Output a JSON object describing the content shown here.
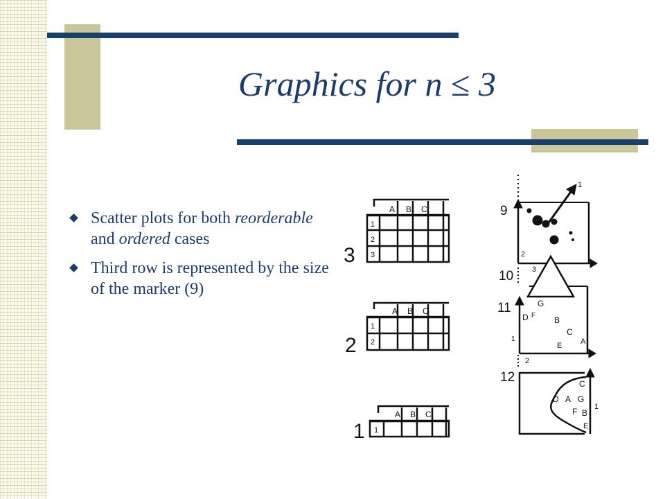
{
  "slide": {
    "title_prefix": "Graphics for n ",
    "title_symbol": "≤",
    "title_suffix": " 3",
    "bullets": [
      {
        "parts": [
          {
            "text": "Scatter plots for both ",
            "em": false
          },
          {
            "text": "reorderable",
            "em": true
          },
          {
            "text": " and ",
            "em": false
          },
          {
            "text": "ordered",
            "em": true
          },
          {
            "text": " cases",
            "em": false
          }
        ]
      },
      {
        "parts": [
          {
            "text": "Third row is represented by the size of the marker (9)",
            "em": false
          }
        ]
      }
    ]
  },
  "figure": {
    "tables": [
      {
        "label": "3",
        "cols": [
          "A",
          "B",
          "C"
        ],
        "rows": [
          "1",
          "2",
          "3"
        ]
      },
      {
        "label": "2",
        "cols": [
          "A",
          "B",
          "C"
        ],
        "rows": [
          "1",
          "2"
        ]
      },
      {
        "label": "1",
        "cols": [
          "A",
          "B",
          "C"
        ],
        "rows": [
          "1"
        ]
      }
    ],
    "plots": [
      {
        "label": "9",
        "x_axis": "3",
        "y_axis": "2",
        "extra": "1"
      },
      {
        "label": "10",
        "x_axis": "3"
      },
      {
        "label": "11",
        "points": [
          "G",
          "D",
          "F",
          "B",
          "C",
          "E",
          "A"
        ],
        "x_axis": "2",
        "y_axis": "1"
      },
      {
        "label": "12",
        "points": [
          "C",
          "D",
          "A",
          "G",
          "F",
          "B",
          "E"
        ],
        "y_axis": "1"
      }
    ]
  },
  "colors": {
    "title": "#1b3c6a",
    "text": "#1b3c6a",
    "bar": "#17406d",
    "block": "#c9c79a"
  }
}
